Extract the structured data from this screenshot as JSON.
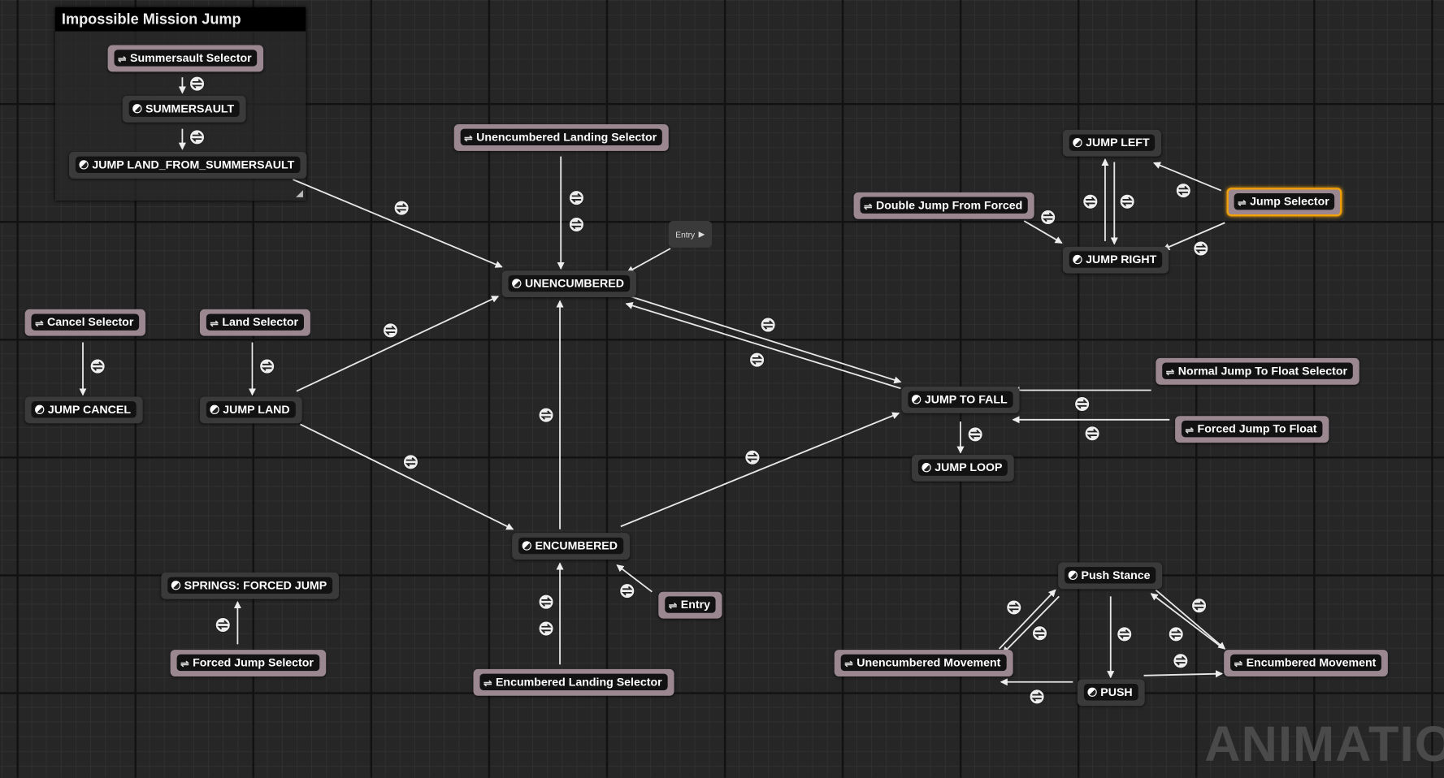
{
  "comment": {
    "title": "Impossible Mission Jump"
  },
  "nodes": {
    "summersault_selector": "Summersault Selector",
    "summersault": "SUMMERSAULT",
    "jump_land_from_summersault": "JUMP LAND_FROM_SUMMERSAULT",
    "unencumbered_landing_selector": "Unencumbered Landing Selector",
    "unencumbered": "UNENCUMBERED",
    "cancel_selector": "Cancel Selector",
    "land_selector": "Land Selector",
    "jump_cancel": "JUMP CANCEL",
    "jump_land": "JUMP LAND",
    "encumbered": "ENCUMBERED",
    "entry": "Entry",
    "encumbered_landing_selector": "Encumbered Landing Selector",
    "springs_forced_jump": "SPRINGS: FORCED JUMP",
    "forced_jump_selector": "Forced Jump Selector",
    "jump_left": "JUMP LEFT",
    "double_jump_from_forced": "Double Jump From Forced",
    "jump_selector": "Jump Selector",
    "jump_right": "JUMP RIGHT",
    "jump_to_fall": "JUMP TO FALL",
    "normal_jump_to_float_selector": "Normal Jump To Float Selector",
    "forced_jump_to_float": "Forced Jump To Float",
    "jump_loop": "JUMP LOOP",
    "push_stance": "Push Stance",
    "unencumbered_movement": "Unencumbered Movement",
    "encumbered_movement": "Encumbered Movement",
    "push": "PUSH"
  },
  "entry_node": {
    "label": "Entry"
  },
  "watermark": "ANIMATION",
  "colors": {
    "selected_outline": "#f3a10a",
    "selector_node": "#9a8790",
    "state_node": "#3a3a3a"
  }
}
